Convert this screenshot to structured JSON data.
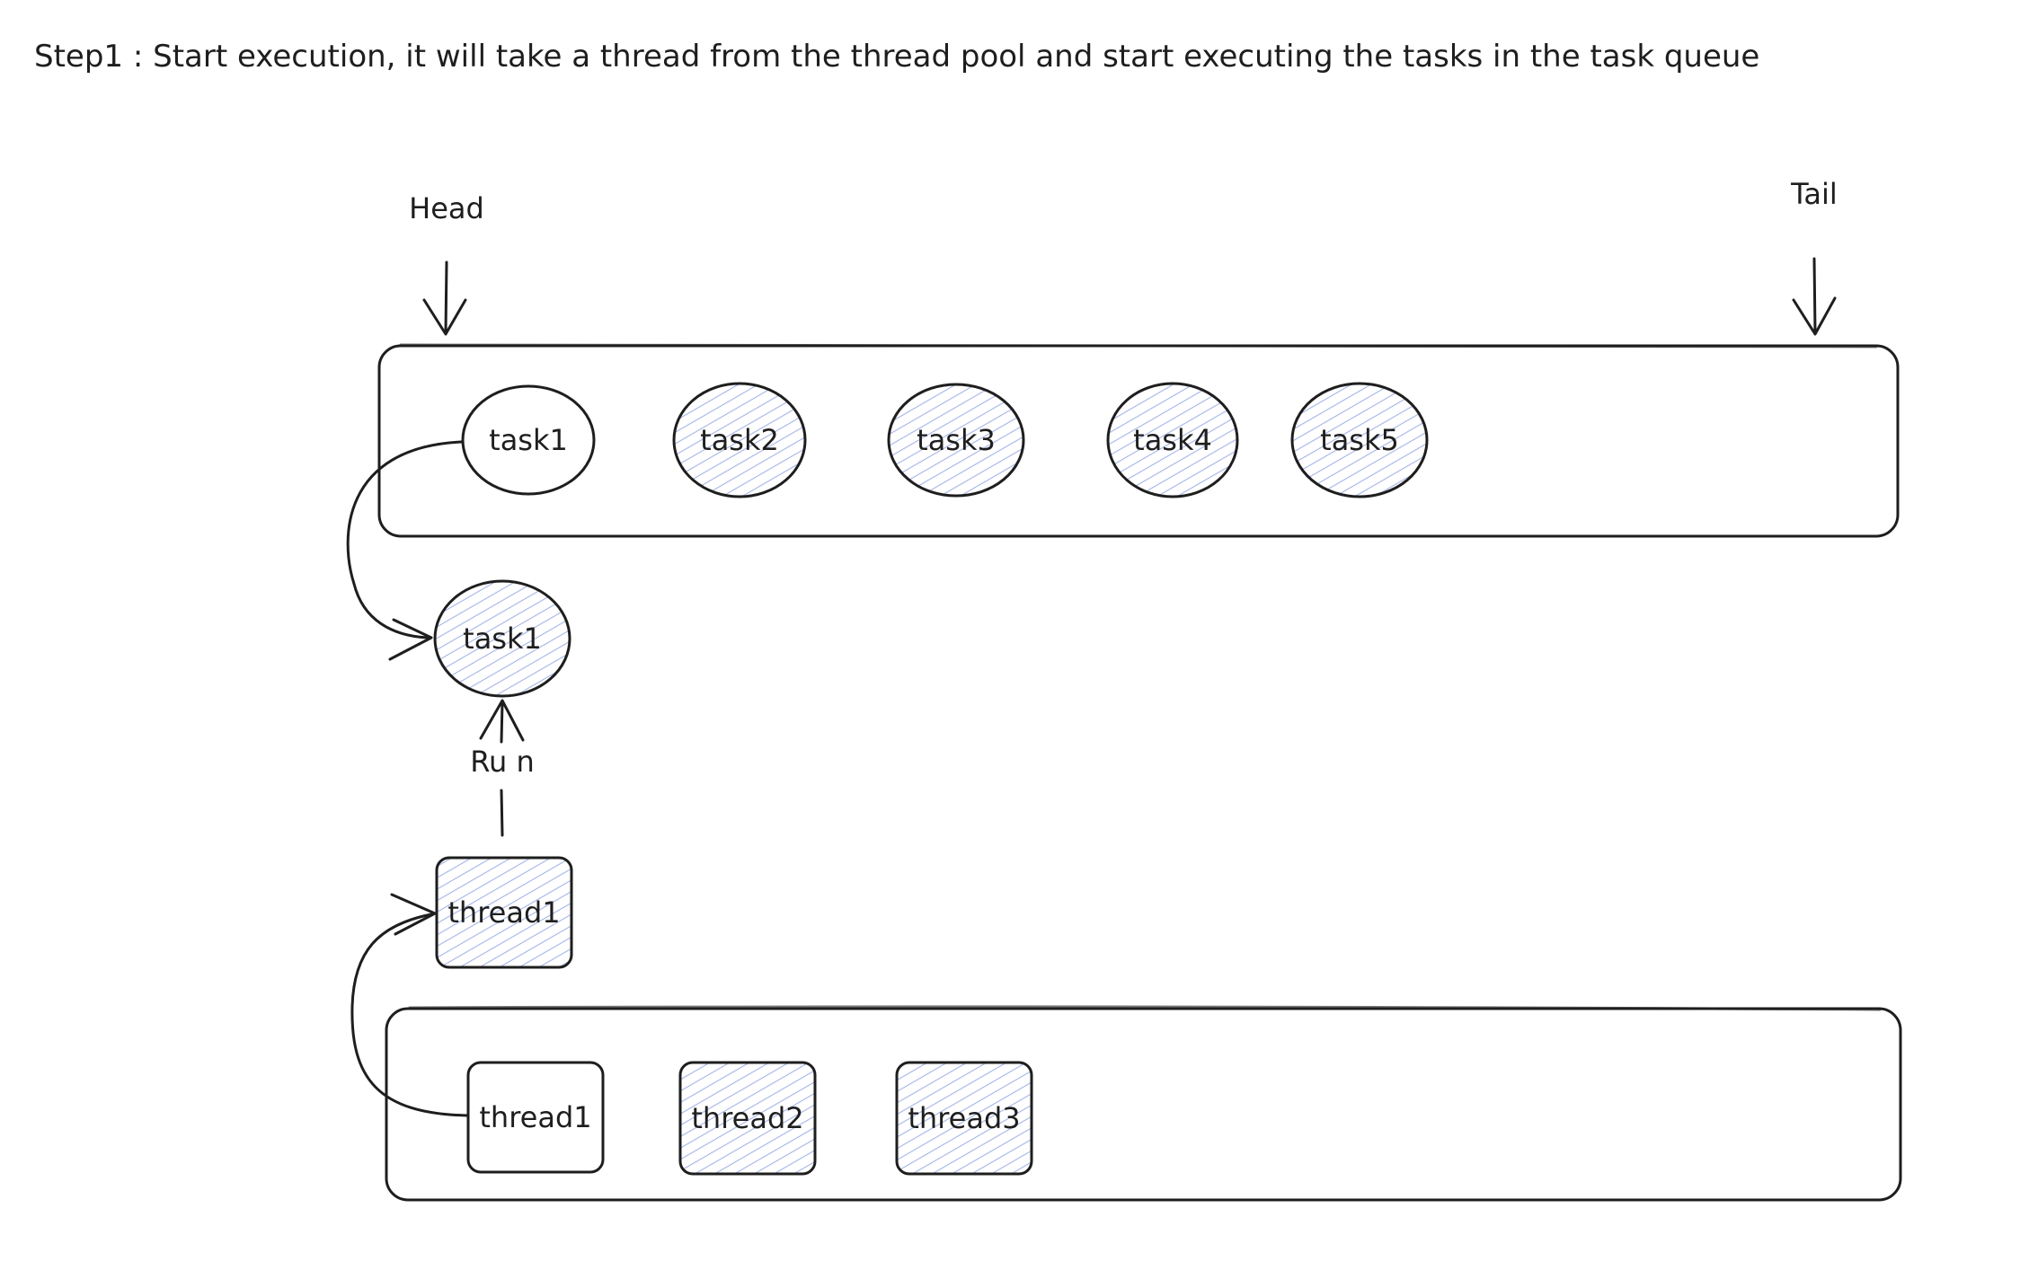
{
  "caption": "Step1 : Start execution, it will take a thread from the thread pool and start executing the tasks in the task queue",
  "queue": {
    "head_label": "Head",
    "tail_label": "Tail",
    "tasks": [
      {
        "label": "task1",
        "hatched": false
      },
      {
        "label": "task2",
        "hatched": true
      },
      {
        "label": "task3",
        "hatched": true
      },
      {
        "label": "task4",
        "hatched": true
      },
      {
        "label": "task5",
        "hatched": true
      }
    ]
  },
  "running_task": {
    "label": "task1",
    "hatched": true
  },
  "run_label": "Ru n",
  "active_thread": {
    "label": "thread1",
    "hatched": true
  },
  "pool": {
    "threads": [
      {
        "label": "thread1",
        "hatched": false
      },
      {
        "label": "thread2",
        "hatched": true
      },
      {
        "label": "thread3",
        "hatched": true
      }
    ]
  },
  "colors": {
    "stroke": "#1e1e1e",
    "hatch": "#a5b4e8",
    "background": "#ffffff"
  }
}
